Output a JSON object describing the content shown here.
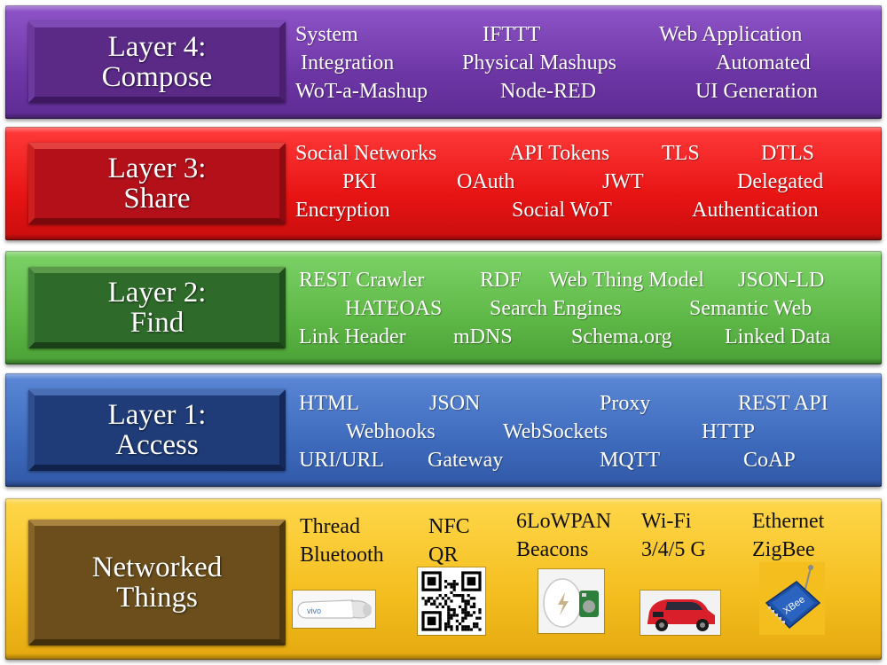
{
  "layers": {
    "compose": {
      "label_line1": "Layer 4:",
      "label_line2": "Compose",
      "terms": [
        "System",
        "IFTTT",
        "Web Application",
        "Integration",
        "Physical Mashups",
        "Automated",
        "WoT-a-Mashup",
        "Node-RED",
        "UI Generation"
      ]
    },
    "share": {
      "label_line1": "Layer 3:",
      "label_line2": "Share",
      "terms": [
        "Social Networks",
        "API Tokens",
        "TLS",
        "DTLS",
        "PKI",
        "OAuth",
        "JWT",
        "Delegated",
        "Encryption",
        "Social WoT",
        "Authentication"
      ]
    },
    "find": {
      "label_line1": "Layer 2:",
      "label_line2": "Find",
      "terms": [
        "REST Crawler",
        "RDF",
        "Web Thing Model",
        "JSON-LD",
        "HATEOAS",
        "Search Engines",
        "Semantic Web",
        "Link Header",
        "mDNS",
        "Schema.org",
        "Linked Data"
      ]
    },
    "access": {
      "label_line1": "Layer 1:",
      "label_line2": "Access",
      "terms": [
        "HTML",
        "JSON",
        "Proxy",
        "REST API",
        "Webhooks",
        "WebSockets",
        "HTTP",
        "URI/URL",
        "Gateway",
        "MQTT",
        "CoAP"
      ]
    },
    "things": {
      "label_line1": "Networked",
      "label_line2": "Things",
      "terms": [
        "Thread",
        "Bluetooth",
        "NFC",
        "QR",
        "6LoWPAN",
        "Beacons",
        "Wi-Fi",
        "3/4/5 G",
        "Ethernet",
        "ZigBee"
      ],
      "headset_brand": "vivo",
      "xbee_label": "XBee"
    }
  },
  "colors": {
    "compose": "#6d36a5",
    "share": "#e81414",
    "find": "#5eb847",
    "access": "#3f6bbd",
    "things": "#f4be1f"
  },
  "icons": [
    "bluetooth-headset-icon",
    "qr-code-icon",
    "beacon-device-icon",
    "car-icon",
    "xbee-module-icon"
  ]
}
